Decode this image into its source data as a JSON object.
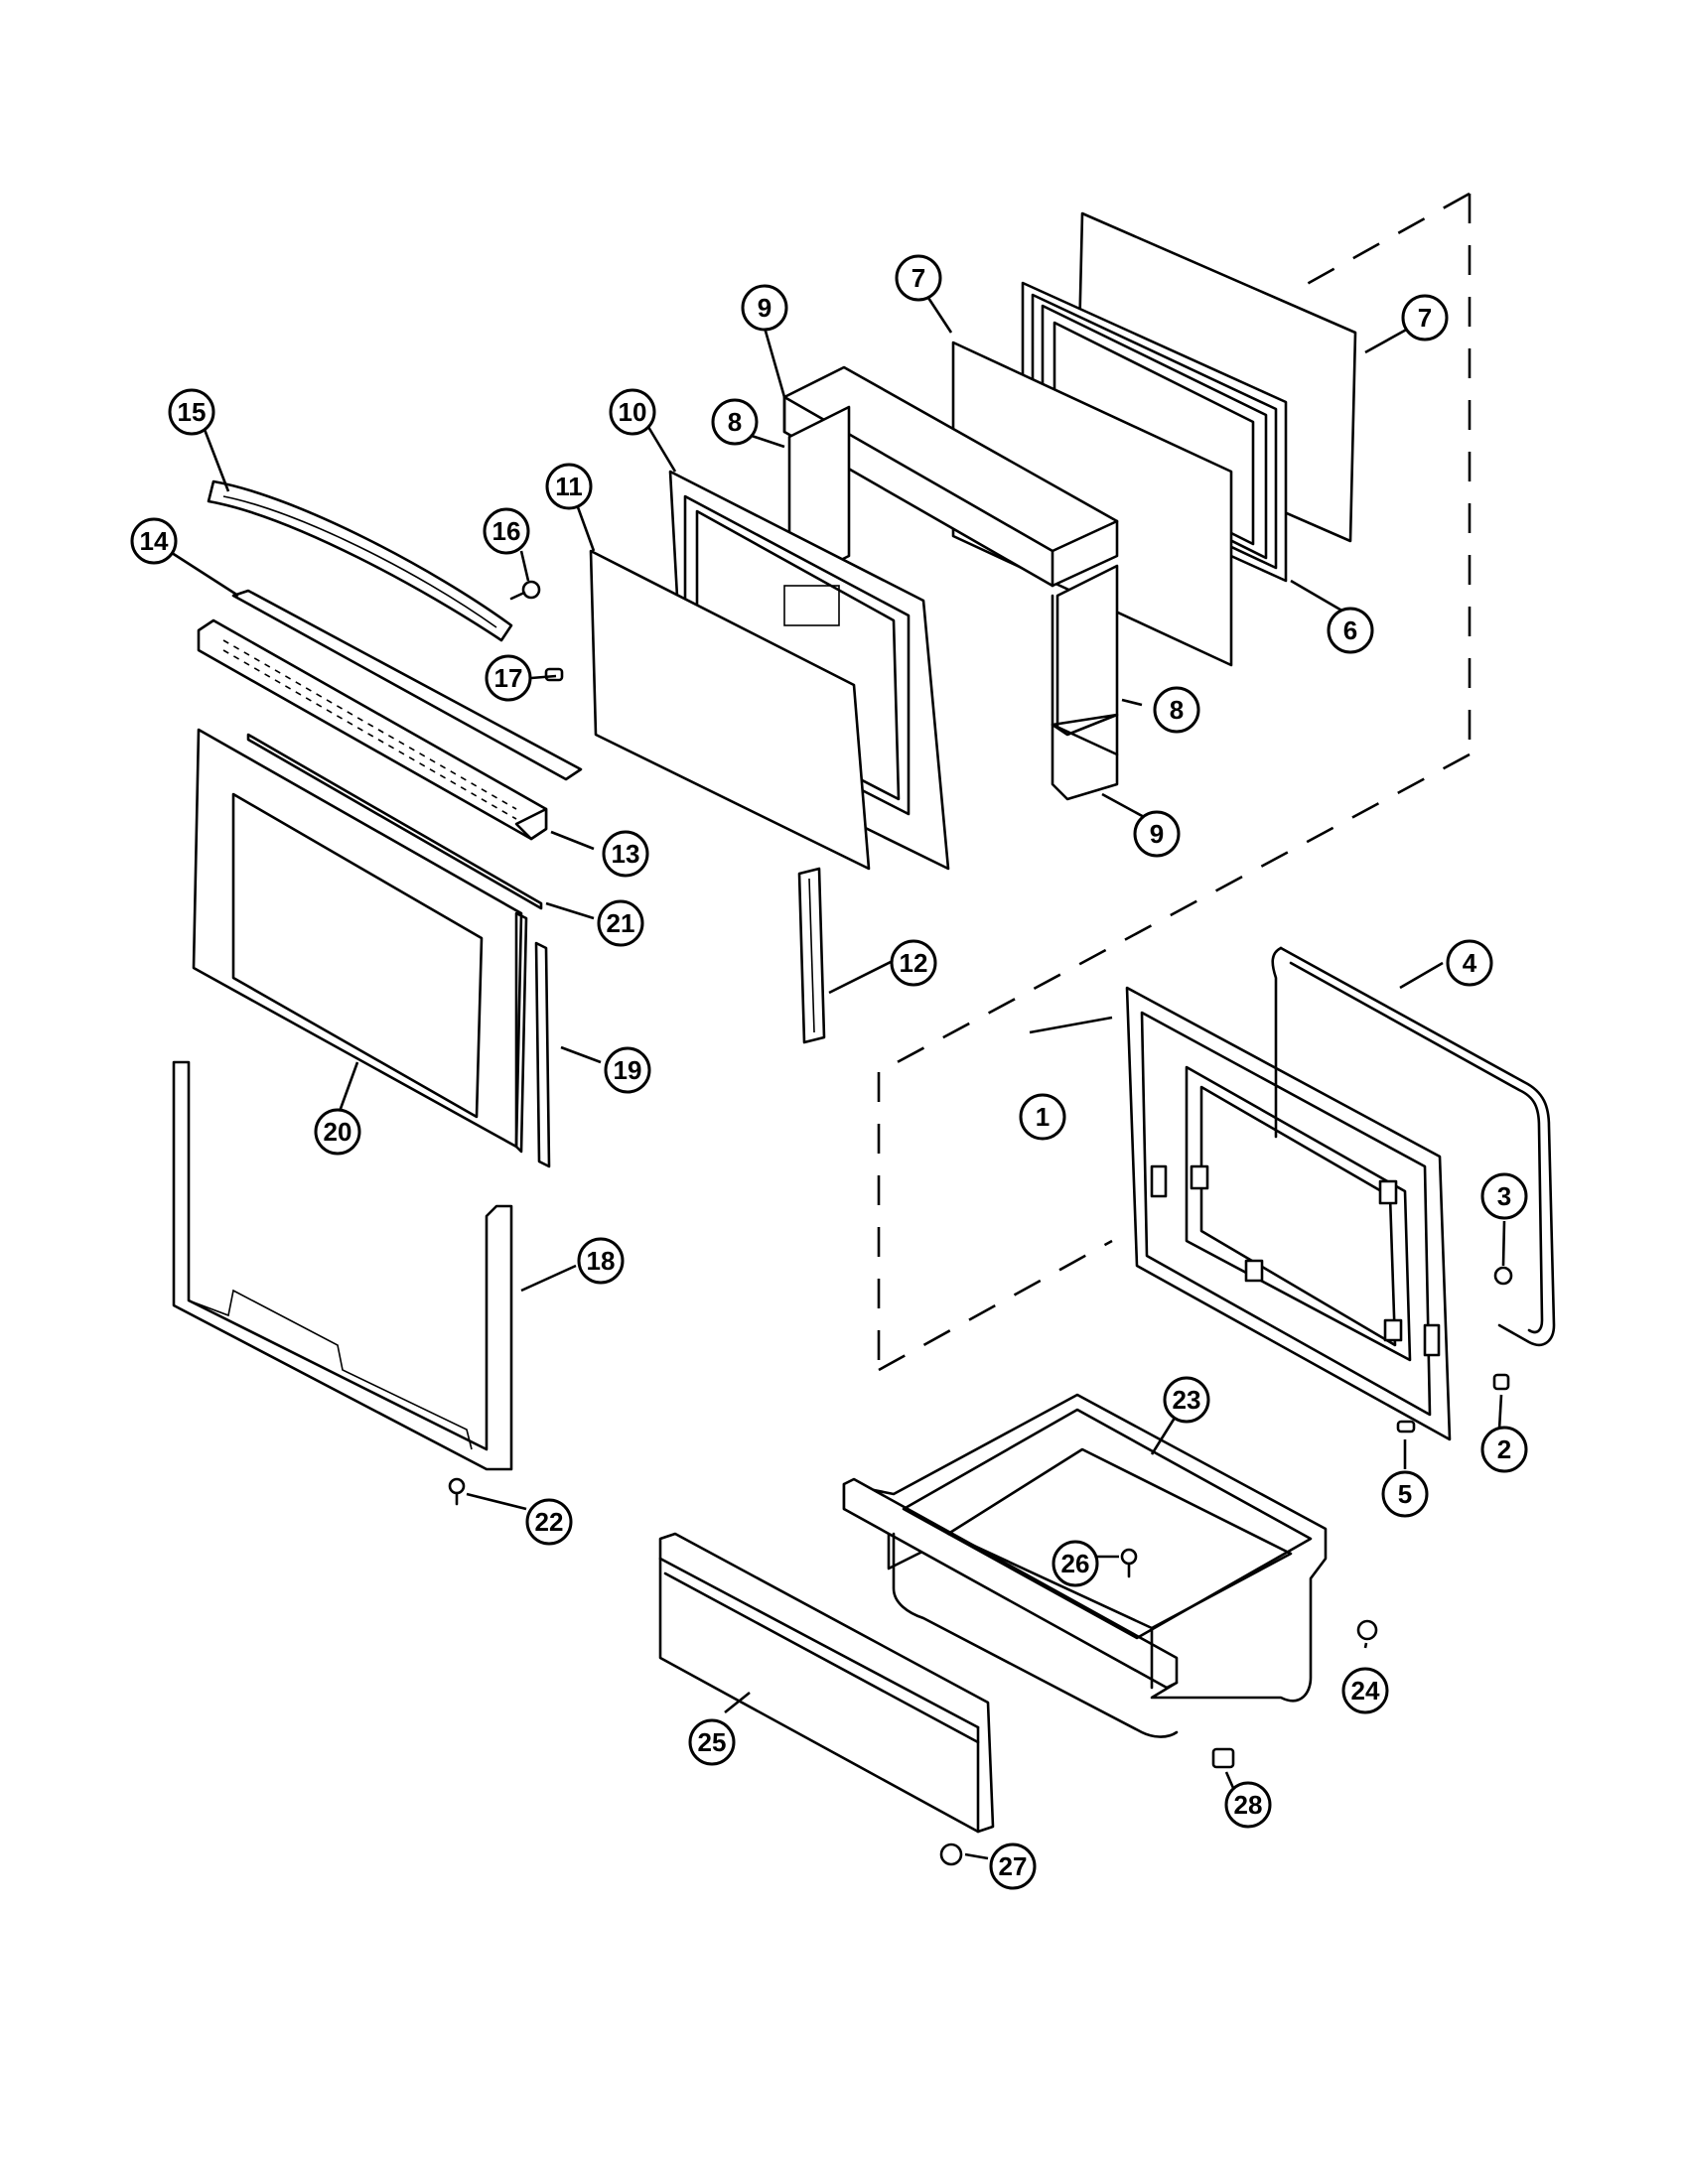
{
  "callouts": [
    {
      "id": "1",
      "label": "1"
    },
    {
      "id": "2",
      "label": "2"
    },
    {
      "id": "3",
      "label": "3"
    },
    {
      "id": "4",
      "label": "4"
    },
    {
      "id": "5",
      "label": "5"
    },
    {
      "id": "6",
      "label": "6"
    },
    {
      "id": "7a",
      "label": "7"
    },
    {
      "id": "7b",
      "label": "7"
    },
    {
      "id": "8a",
      "label": "8"
    },
    {
      "id": "8b",
      "label": "8"
    },
    {
      "id": "9a",
      "label": "9"
    },
    {
      "id": "9b",
      "label": "9"
    },
    {
      "id": "10",
      "label": "10"
    },
    {
      "id": "11",
      "label": "11"
    },
    {
      "id": "12",
      "label": "12"
    },
    {
      "id": "13",
      "label": "13"
    },
    {
      "id": "14",
      "label": "14"
    },
    {
      "id": "15",
      "label": "15"
    },
    {
      "id": "16",
      "label": "16"
    },
    {
      "id": "17",
      "label": "17"
    },
    {
      "id": "18",
      "label": "18"
    },
    {
      "id": "19",
      "label": "19"
    },
    {
      "id": "20",
      "label": "20"
    },
    {
      "id": "21",
      "label": "21"
    },
    {
      "id": "22",
      "label": "22"
    },
    {
      "id": "23",
      "label": "23"
    },
    {
      "id": "24",
      "label": "24"
    },
    {
      "id": "25",
      "label": "25"
    },
    {
      "id": "26",
      "label": "26"
    },
    {
      "id": "27",
      "label": "27"
    },
    {
      "id": "28",
      "label": "28"
    }
  ]
}
